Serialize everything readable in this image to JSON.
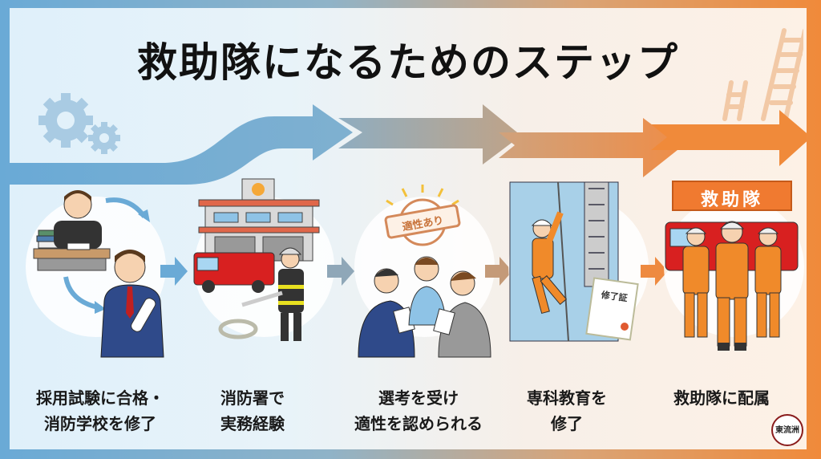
{
  "title": "救助隊になるためのステップ",
  "colors": {
    "start_blue": "#6aaad6",
    "mid_tan": "#c0a07e",
    "end_orange": "#f08a3a",
    "text": "#111111"
  },
  "steps": [
    {
      "label_line1": "採用試験に合格・",
      "label_line2": "消防学校を修了",
      "illustration": "student-to-graduate",
      "arrow_color": "#6aaad6"
    },
    {
      "label_line1": "消防署で",
      "label_line2": "実務経験",
      "illustration": "fire-station-firefighter",
      "arrow_color": "#8fa7b8"
    },
    {
      "label_line1": "選考を受け",
      "label_line2": "適性を認められる",
      "illustration": "selection-interview",
      "badge_text": "適性あり",
      "arrow_color": "#c49a78"
    },
    {
      "label_line1": "専科教育を",
      "label_line2": "修了",
      "illustration": "rope-climbing-training",
      "certificate_text": "修了証",
      "arrow_color": "#ee8a40"
    },
    {
      "label_line1": "救助隊に配属",
      "label_line2": "",
      "illustration": "rescue-team",
      "banner_text": "救助隊"
    }
  ],
  "stamp_text": "東流洲"
}
